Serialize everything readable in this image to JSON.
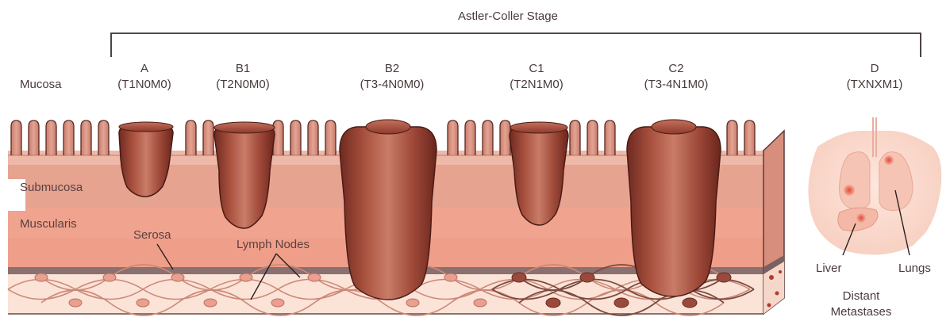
{
  "title": "Astler-Coller Stage",
  "stages": [
    {
      "letter": "A",
      "tnm": "(T1N0M0)"
    },
    {
      "letter": "B1",
      "tnm": "(T2N0M0)"
    },
    {
      "letter": "B2",
      "tnm": "(T3-4N0M0)"
    },
    {
      "letter": "C1",
      "tnm": "(T2N1M0)"
    },
    {
      "letter": "C2",
      "tnm": "(T3-4N1M0)"
    },
    {
      "letter": "D",
      "tnm": "(TXNXM1)"
    }
  ],
  "layers": {
    "mucosa": "Mucosa",
    "submucosa": "Submucosa",
    "muscularis": "Muscularis",
    "serosa": "Serosa"
  },
  "lymph_nodes": "Lymph Nodes",
  "organs": {
    "liver": "Liver",
    "lungs": "Lungs"
  },
  "metastases": {
    "line1": "Distant",
    "line2": "Metastases"
  },
  "colors": {
    "mucosa": "#efc0b0",
    "submucosa": "#e8a896",
    "muscularis": "#f0a590",
    "serosa": "#8a7070",
    "subserosa": "#fbe3d7",
    "tumor": "#a24a3a"
  }
}
